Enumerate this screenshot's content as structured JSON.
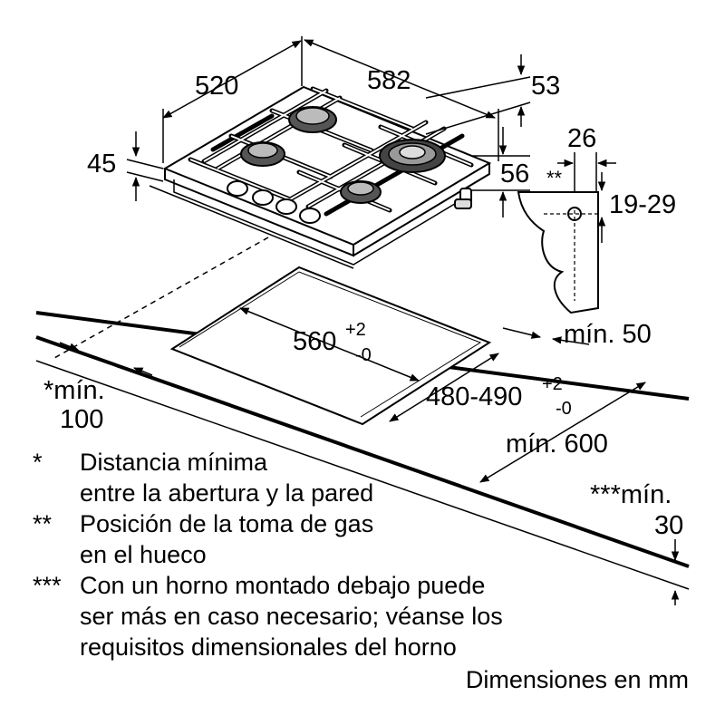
{
  "dimensions": {
    "width_520": "520",
    "depth_582": "582",
    "height_53": "53",
    "height_45": "45",
    "bracket_26": "26",
    "bracket_marker": "**",
    "offset_56": "56",
    "bracket_19_29": "19-29",
    "min_50": "mín. 50",
    "cutout_560": "560",
    "cutout_560_tol_plus": "+2",
    "cutout_560_tol_minus": "-0",
    "cutout_480_490": "480-490",
    "cutout_480_tol_plus": "+2",
    "cutout_480_tol_minus": "-0",
    "min_600": "mín. 600",
    "wall_min_label": "*mín.",
    "wall_min_value": "100",
    "below_min_label": "***mín.",
    "below_min_value": "30"
  },
  "legend": [
    {
      "mark": "*",
      "lines": [
        "Distancia mínima",
        "entre la abertura y la pared"
      ]
    },
    {
      "mark": "**",
      "lines": [
        "Posición de la toma de gas",
        "en el hueco"
      ]
    },
    {
      "mark": "***",
      "lines": [
        "Con un horno montado debajo puede",
        "ser más en caso necesario; véanse los",
        "requisitos dimensionales del horno"
      ]
    }
  ],
  "units_note": "Dimensiones en mm"
}
